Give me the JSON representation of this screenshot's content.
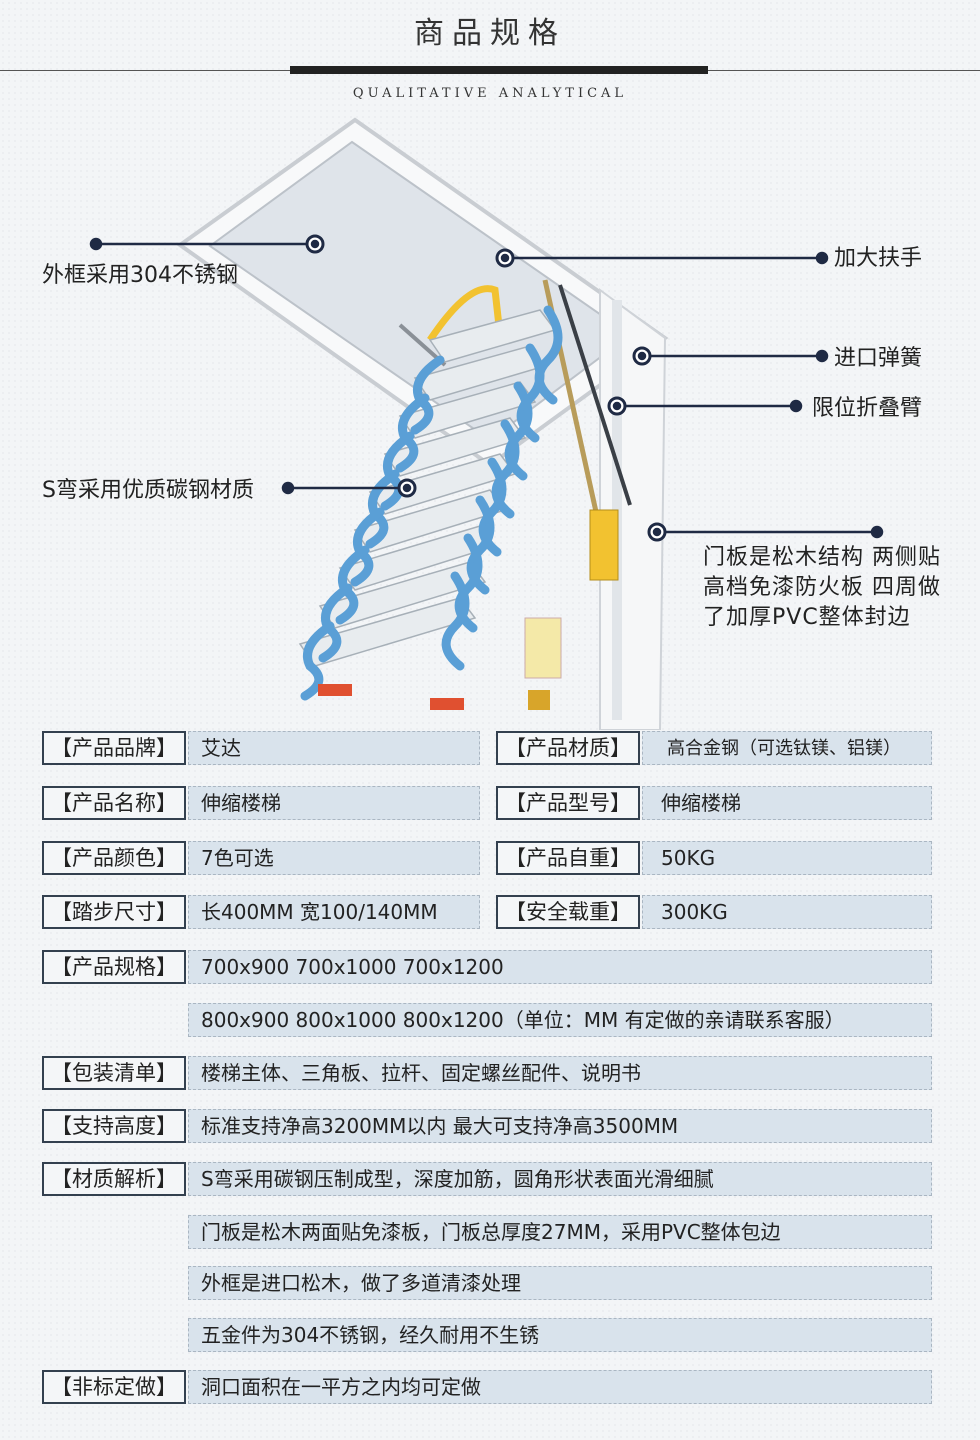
{
  "header": {
    "title": "商品规格",
    "subtitle": "QUALITATIVE ANALYTICAL"
  },
  "callouts": {
    "outer_frame": "外框采用304不锈钢",
    "handrail": "加大扶手",
    "spring": "进口弹簧",
    "fold_arm": "限位折叠臂",
    "s_bend": "S弯采用优质碳钢材质",
    "door": "门板是松木结构 两侧贴高档免漆防火板 四周做了加厚PVC整体封边"
  },
  "colors": {
    "accent_blue": "#5a9fd6",
    "frame_navy": "#1f2a44",
    "value_bg": "#d9e3ec"
  },
  "specs": [
    {
      "label": "【产品品牌】",
      "value": "艾达"
    },
    {
      "label": "【产品材质】",
      "value": "高合金钢（可选钛镁、铝镁）"
    },
    {
      "label": "【产品名称】",
      "value": "伸缩楼梯"
    },
    {
      "label": "【产品型号】",
      "value": "伸缩楼梯"
    },
    {
      "label": "【产品颜色】",
      "value": "7色可选"
    },
    {
      "label": "【产品自重】",
      "value": "50KG"
    },
    {
      "label": "【踏步尺寸】",
      "value": "长400MM  宽100/140MM"
    },
    {
      "label": "【安全载重】",
      "value": "300KG"
    }
  ],
  "wide_specs": [
    {
      "label": "【产品规格】",
      "value": "700x900   700x1000   700x1200"
    },
    {
      "label": "",
      "value": "800x900   800x1000   800x1200（单位：MM   有定做的亲请联系客服）"
    },
    {
      "label": "【包装清单】",
      "value": "楼梯主体、三角板、拉杆、固定螺丝配件、说明书"
    },
    {
      "label": "【支持高度】",
      "value": "标准支持净高3200MM以内   最大可支持净高3500MM"
    },
    {
      "label": "【材质解析】",
      "value": "S弯采用碳钢压制成型，深度加筋，圆角形状表面光滑细腻"
    },
    {
      "label": "",
      "value": "门板是松木两面贴免漆板，门板总厚度27MM，采用PVC整体包边"
    },
    {
      "label": "",
      "value": "外框是进口松木，做了多道清漆处理"
    },
    {
      "label": "",
      "value": "五金件为304不锈钢，经久耐用不生锈"
    },
    {
      "label": "【非标定做】",
      "value": "洞口面积在一平方之内均可定做"
    }
  ]
}
